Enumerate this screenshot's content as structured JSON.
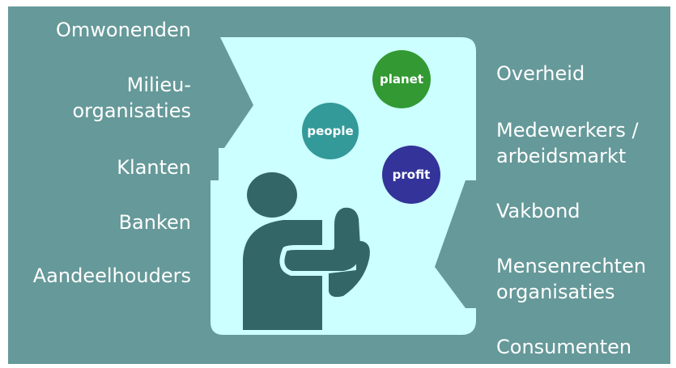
{
  "left_labels": [
    "Omwonenden",
    "Milieu-",
    "organisaties",
    "Klanten",
    "Banken",
    "Aandeelhouders"
  ],
  "right_labels": [
    "Overheid",
    "Medewerkers /",
    "arbeidsmarkt",
    "Vakbond",
    "Mensenrechten",
    "organisaties",
    "Consumenten"
  ],
  "balls": {
    "planet": "planet",
    "people": "people",
    "profit": "profit"
  },
  "colors": {
    "background": "#669999",
    "panel": "#ccffff",
    "person": "#336666",
    "planet": "#339933",
    "people": "#339999",
    "profit": "#333399"
  }
}
